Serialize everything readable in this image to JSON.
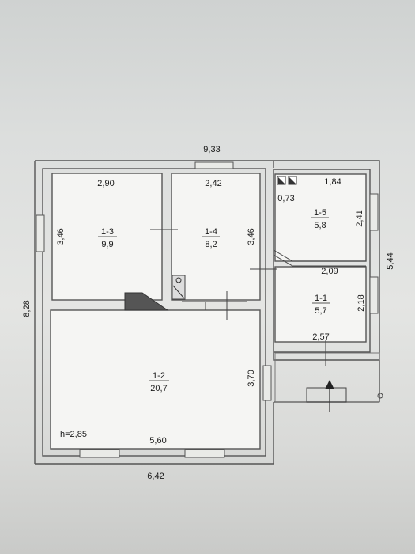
{
  "plan": {
    "overall_width": "9,33",
    "overall_height": "8,28",
    "right_height": "5,44",
    "bottom_width": "6,42",
    "ceiling_height": "h=2,85",
    "rooms": [
      {
        "id": "1-3",
        "area": "9,9",
        "width": "2,90",
        "depth": "3,46"
      },
      {
        "id": "1-4",
        "area": "8,2",
        "width": "2,42",
        "depth": "3,46"
      },
      {
        "id": "1-5",
        "area": "5,8",
        "width": "1,84",
        "depth": "2,41",
        "extra": "0,73"
      },
      {
        "id": "1-1",
        "area": "5,7",
        "width": "2,09",
        "depth": "2,18",
        "extra": "2,57"
      },
      {
        "id": "1-2",
        "area": "20,7",
        "width": "5,60",
        "depth": "3,70"
      }
    ]
  }
}
